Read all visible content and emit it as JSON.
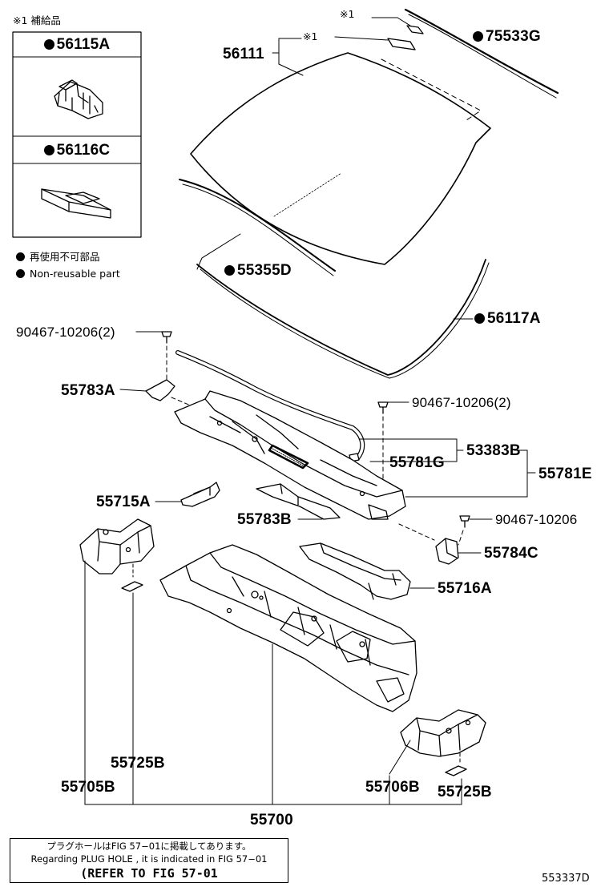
{
  "supply_box": {
    "title": "※1 補給品",
    "part_a": "56115A",
    "part_b": "56116C"
  },
  "legend": {
    "jp": "再使用不可部品",
    "en": "Non-reusable part"
  },
  "labels": {
    "p56111": "56111",
    "ref1_top": "※1",
    "ref1_glass": "※1",
    "p75533G": "75533G",
    "p55355D": "55355D",
    "p56117A": "56117A",
    "clip_left": "90467-10206(2)",
    "clip_mid": "90467-10206(2)",
    "clip_right": "90467-10206",
    "p55783A": "55783A",
    "p53383B": "53383B",
    "p55781G": "55781G",
    "p55781E": "55781E",
    "p55715A": "55715A",
    "p55783B": "55783B",
    "p55784C": "55784C",
    "p55716A": "55716A",
    "p55725B_left": "55725B",
    "p55705B": "55705B",
    "p55706B": "55706B",
    "p55725B_right": "55725B",
    "p55700": "55700"
  },
  "note": {
    "jp": "プラグホールはFIG 57−01に掲載してあります。",
    "en": "Regarding PLUG HOLE , it is indicated in FIG 57−01",
    "refer": "(REFER TO FIG 57-01"
  },
  "figure_id": "553337D"
}
